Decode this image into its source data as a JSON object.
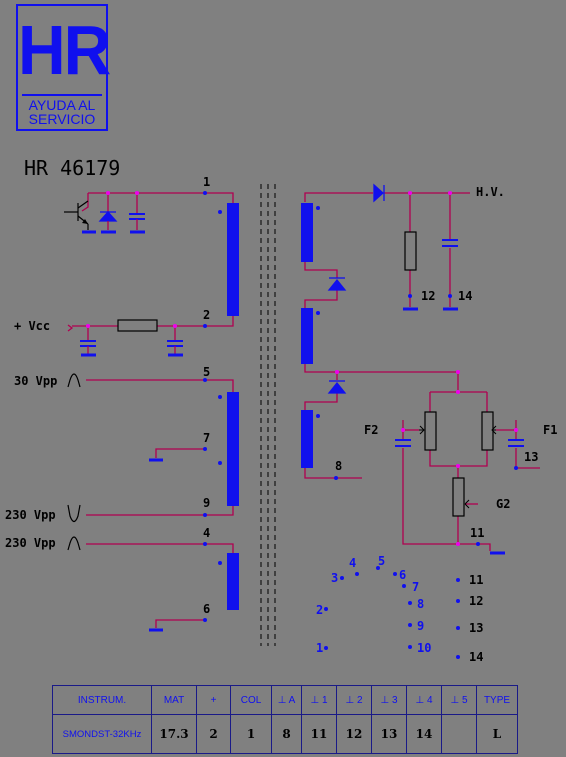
{
  "logo": {
    "big": "HR",
    "line1": "AYUDA AL",
    "line2": "SERVICIO"
  },
  "title": "HR 46179",
  "labels": {
    "vcc": "+ Vcc",
    "in30": "30 Vpp",
    "in230a": "230 Vpp",
    "in230b": "230 Vpp",
    "hv": "H.V.",
    "f1": "F1",
    "f2": "F2",
    "g2": "G2"
  },
  "pins_left": [
    "1",
    "2",
    "5",
    "7",
    "9",
    "4",
    "6"
  ],
  "pins_right": [
    "8",
    "12",
    "14",
    "13",
    "11"
  ],
  "pin_map_left": [
    "1",
    "2",
    "3",
    "4",
    "5",
    "6",
    "7",
    "8",
    "9",
    "10"
  ],
  "pin_map_right": [
    "11",
    "12",
    "13",
    "14"
  ],
  "table": {
    "headers": [
      "INSTRUM.",
      "MAT",
      "+",
      "COL",
      "⊥ A",
      "⊥ 1",
      "⊥ 2",
      "⊥ 3",
      "⊥ 4",
      "⊥ 5",
      "TYPE"
    ],
    "values": [
      "SMONDST-32KHz",
      "17.3",
      "2",
      "1",
      "8",
      "11",
      "12",
      "13",
      "14",
      "",
      "L"
    ]
  },
  "colors": {
    "wire": "#b00050",
    "component": "#1010ee",
    "text": "#000000",
    "background": "#808080"
  }
}
